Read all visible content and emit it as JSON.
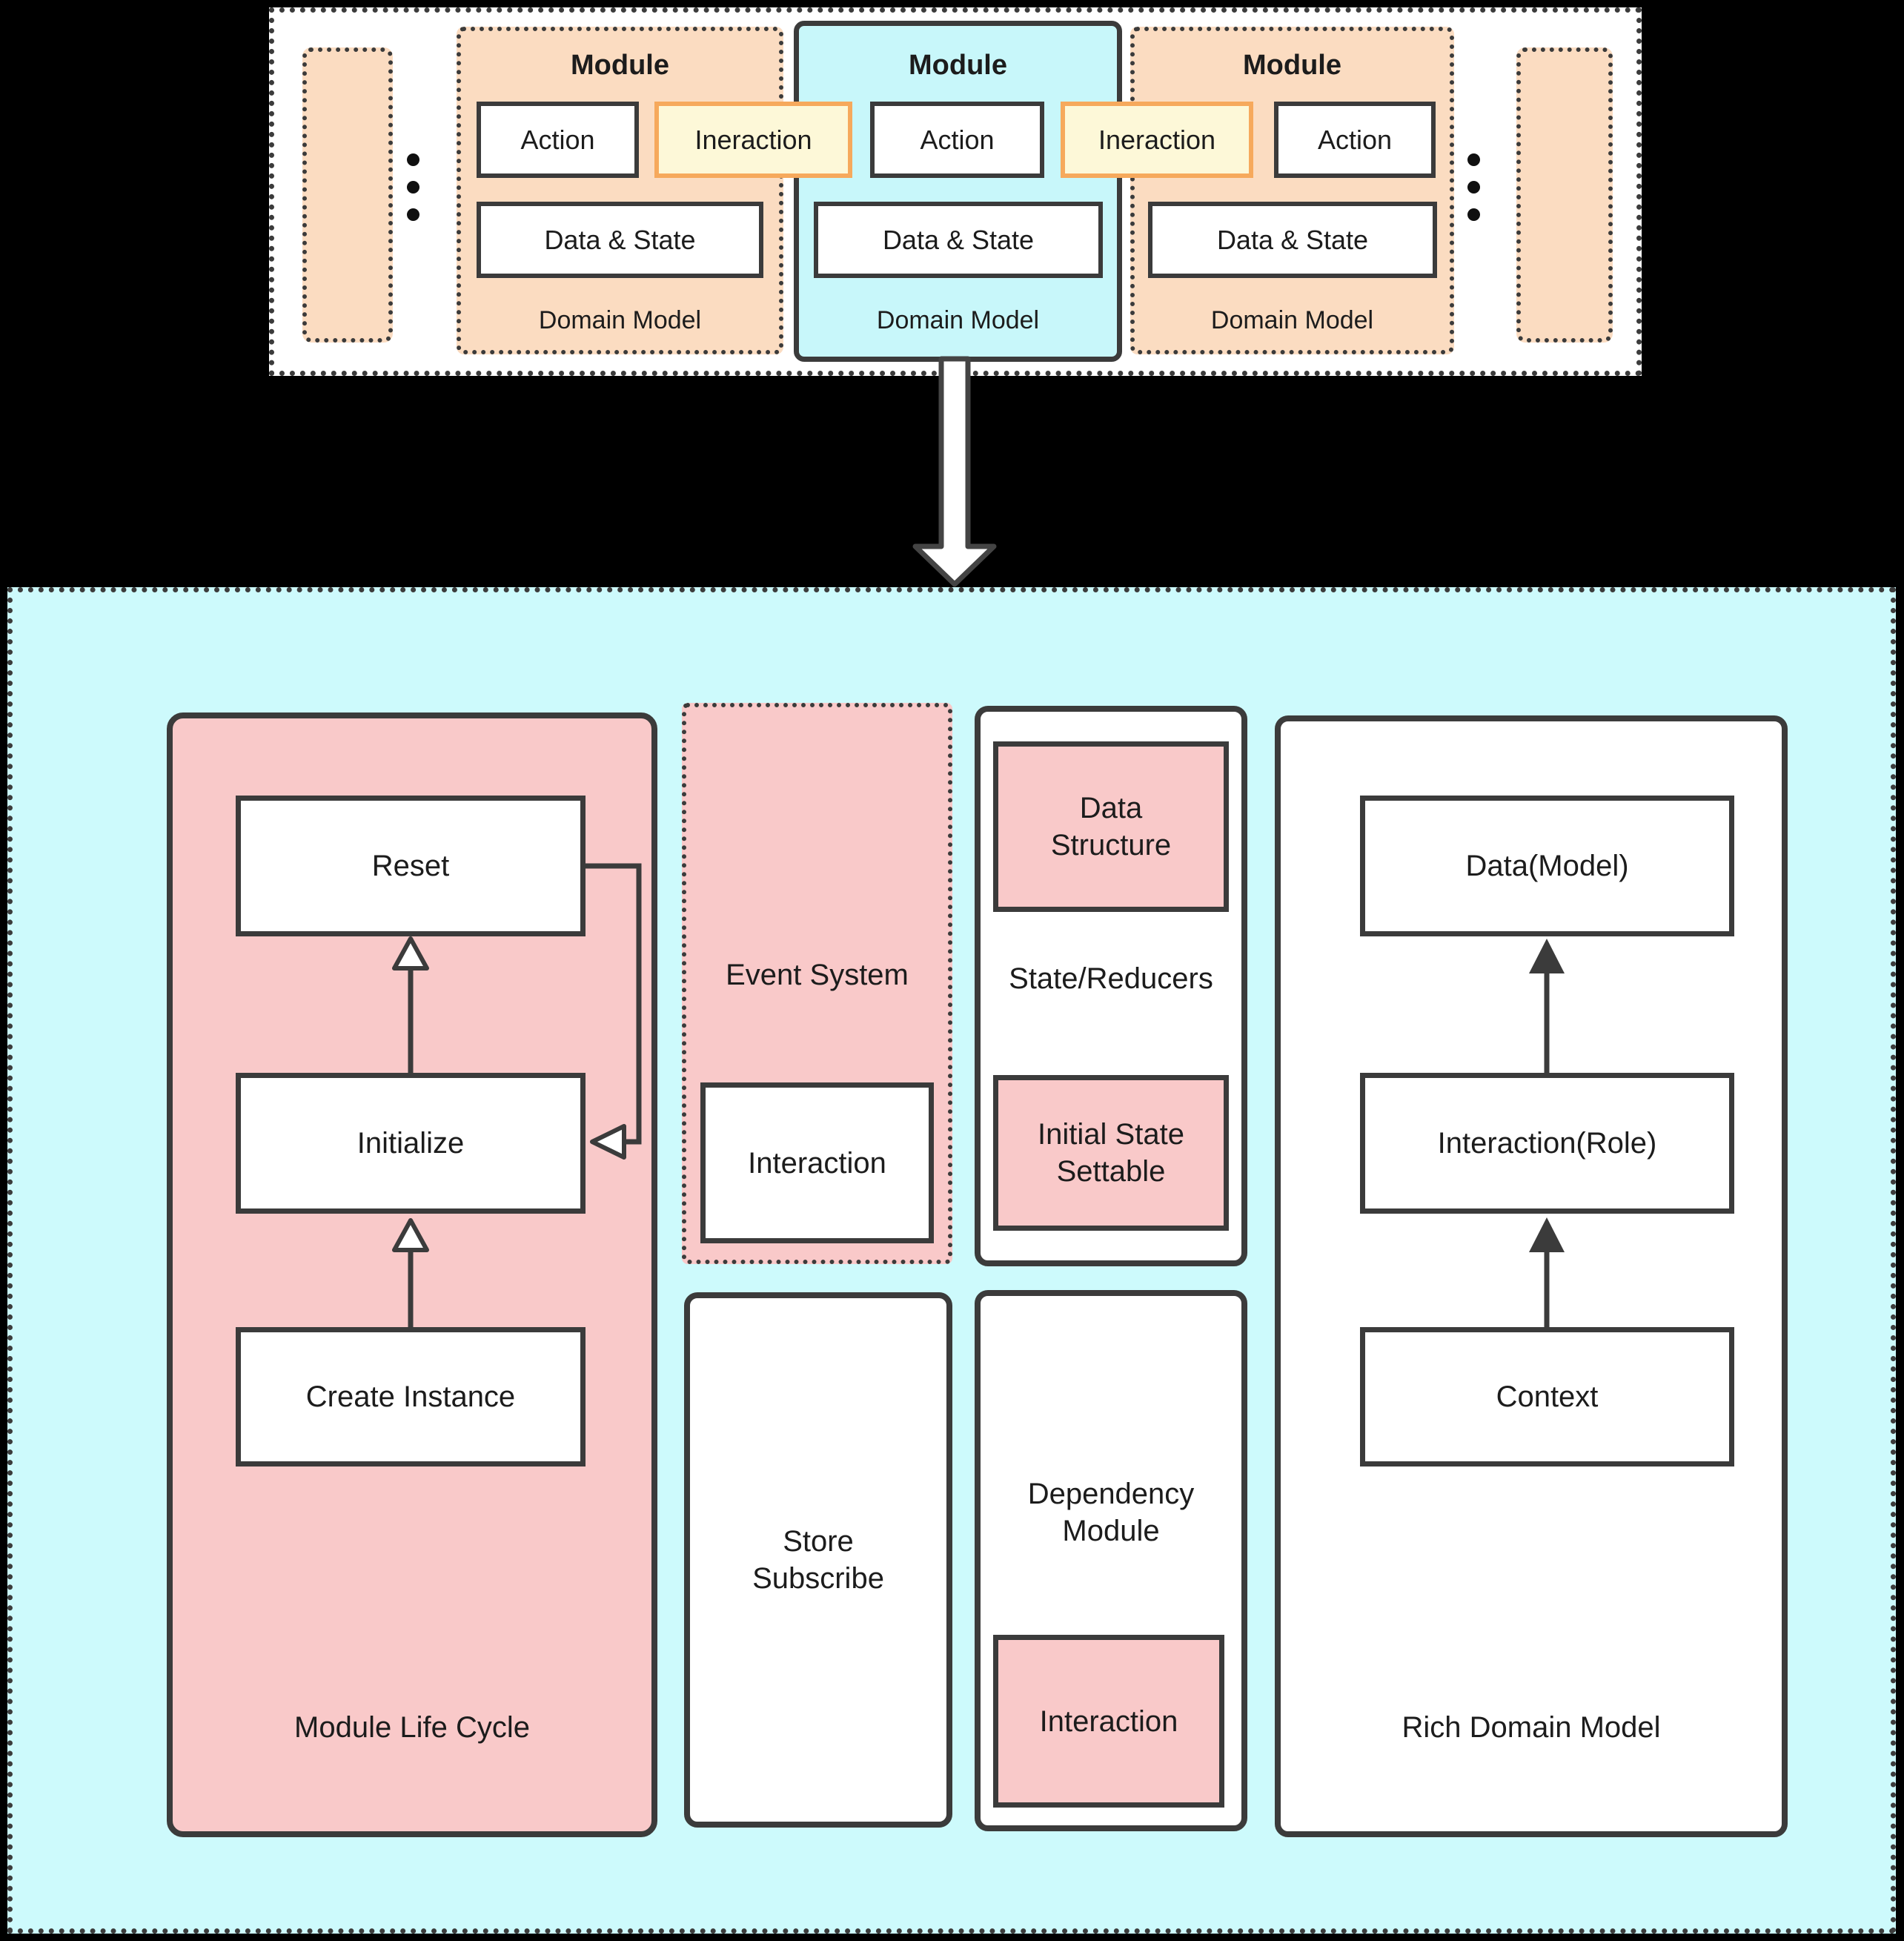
{
  "top_panel": {
    "modules": [
      {
        "title": "Module",
        "action_label": "Action",
        "data_state_label": "Data & State",
        "domain_label": "Domain Model"
      },
      {
        "title": "Module",
        "action_label": "Action",
        "data_state_label": "Data & State",
        "domain_label": "Domain Model"
      },
      {
        "title": "Module",
        "action_label": "Action",
        "data_state_label": "Data & State",
        "domain_label": "Domain Model"
      }
    ],
    "bridges": [
      {
        "label": "Ineraction"
      },
      {
        "label": "Ineraction"
      }
    ],
    "ellipsis_icon": "vertical-ellipsis"
  },
  "bottom_panel": {
    "module_life_cycle": {
      "label": "Module Life Cycle",
      "reset": "Reset",
      "initialize": "Initialize",
      "create_instance": "Create Instance"
    },
    "event_system": {
      "label": "Event System",
      "interaction": "Interaction"
    },
    "store_subscribe": {
      "label": "Store Subscribe"
    },
    "state_reducers": {
      "label": "State/Reducers",
      "data_structure": "Data Structure",
      "initial_state": "Initial State Settable"
    },
    "dependency_module": {
      "label": "Dependency Module",
      "interaction": "Interaction"
    },
    "rich_domain_model": {
      "label": "Rich Domain Model",
      "data_model": "Data(Model)",
      "interaction_role": "Interaction(Role)",
      "context": "Context"
    }
  },
  "colors": {
    "background": "#000000",
    "line": "#3b3b3b",
    "peach": "#fbdcc1",
    "cyan_module": "#c8f7fa",
    "cyan_panel": "#cdfafc",
    "pink": "#f9c9c9",
    "yellow": "#fdf8d8",
    "yellow_border": "#f6a95c"
  }
}
